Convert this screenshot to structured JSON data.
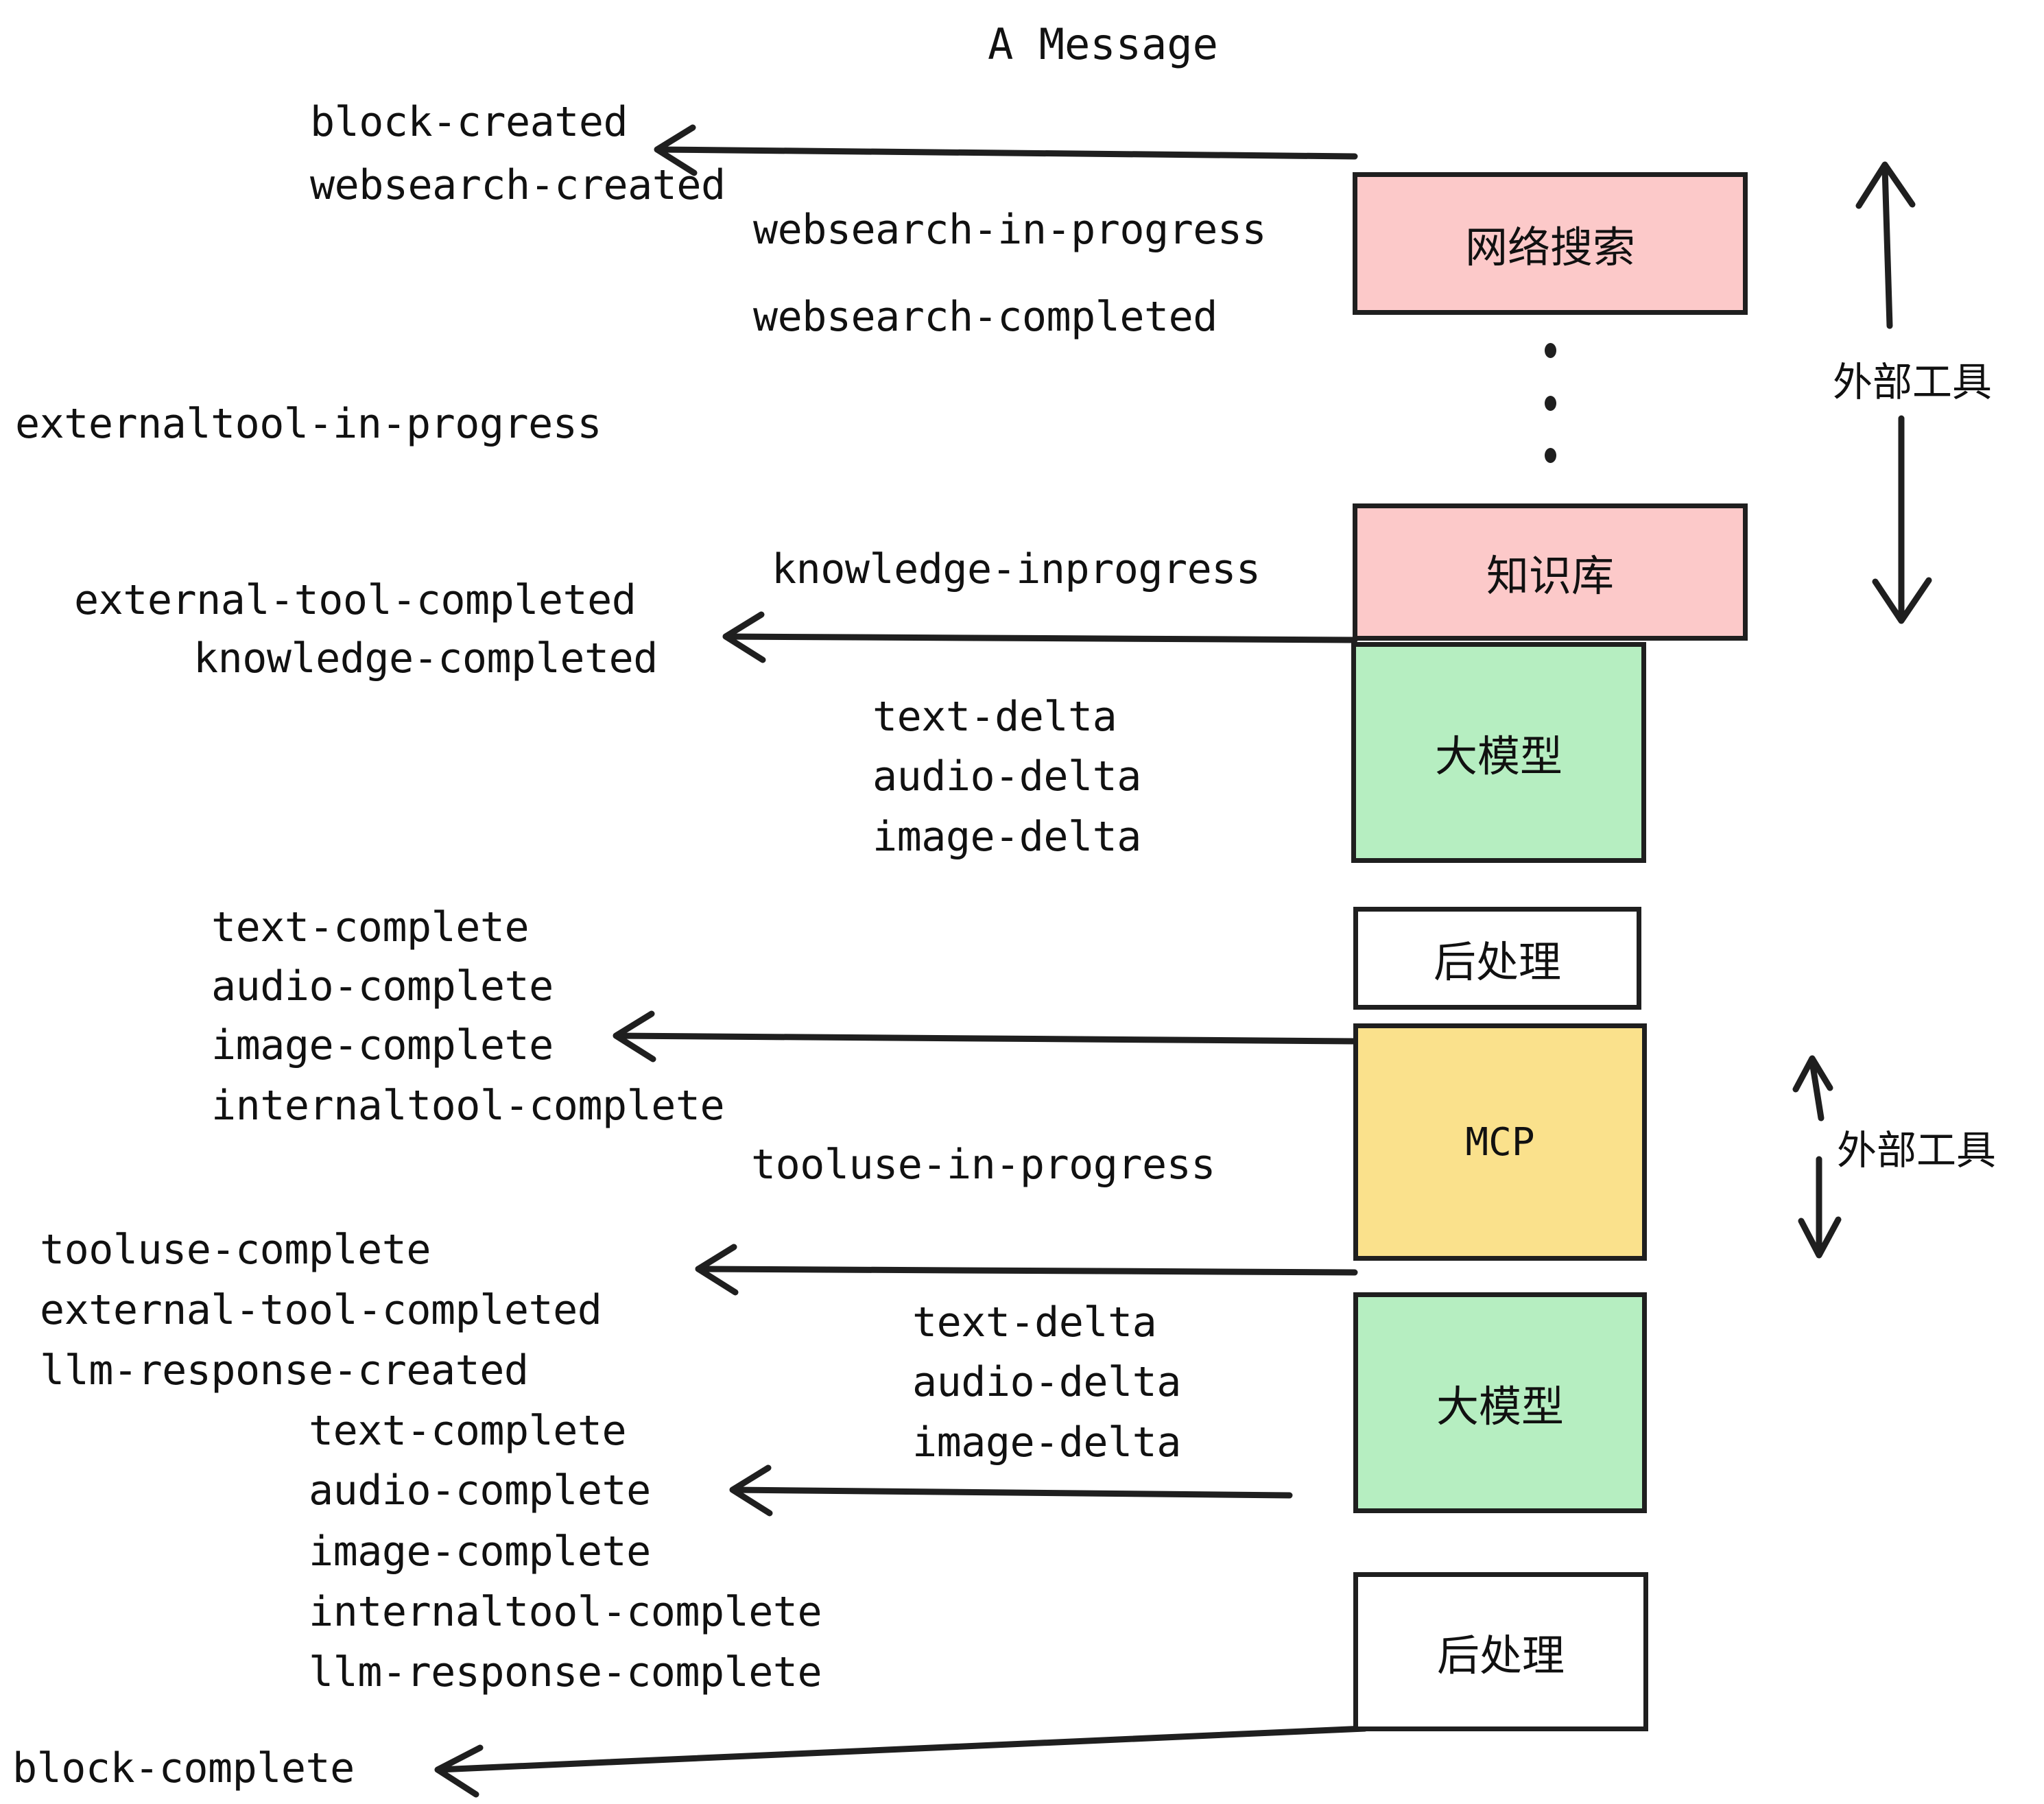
{
  "title": "A Message",
  "boxes": [
    {
      "id": "websearch",
      "label": "网络搜索",
      "color": "#fcc9c9"
    },
    {
      "id": "knowledge",
      "label": "知识库",
      "color": "#fcc9c9"
    },
    {
      "id": "llm-top",
      "label": "大模型",
      "color": "#b6eec1"
    },
    {
      "id": "post-top",
      "label": "后处理",
      "color": "#ffffff"
    },
    {
      "id": "mcp",
      "label": "MCP",
      "color": "#fae18c"
    },
    {
      "id": "llm-bottom",
      "label": "大模型",
      "color": "#b6eec1"
    },
    {
      "id": "post-bottom",
      "label": "后处理",
      "color": "#ffffff"
    }
  ],
  "side_annotations": [
    {
      "id": "external-tools-top",
      "label": "外部工具"
    },
    {
      "id": "external-tools-bottom",
      "label": "外部工具"
    }
  ],
  "events": {
    "block_created": "block-created",
    "websearch_created": "websearch-created",
    "websearch_in_progress": "websearch-in-progress",
    "websearch_completed": "websearch-completed",
    "externaltool_in_progress": "externaltool-in-progress",
    "knowledge_inprogress": "knowledge-inprogress",
    "external_tool_completed_1": "external-tool-completed",
    "knowledge_completed": "knowledge-completed",
    "text_delta_1": "text-delta",
    "audio_delta_1": "audio-delta",
    "image_delta_1": "image-delta",
    "text_complete_1": "text-complete",
    "audio_complete_1": "audio-complete",
    "image_complete_1": "image-complete",
    "internaltool_complete_1": "internaltool-complete",
    "tooluse_in_progress": "tooluse-in-progress",
    "tooluse_complete": "tooluse-complete",
    "external_tool_completed_2": "external-tool-completed",
    "llm_response_created": "llm-response-created",
    "text_delta_2": "text-delta",
    "audio_delta_2": "audio-delta",
    "image_delta_2": "image-delta",
    "text_complete_2": "text-complete",
    "audio_complete_2": "audio-complete",
    "image_complete_2": "image-complete",
    "internaltool_complete_2": "internaltool-complete",
    "llm_response_complete": "llm-response-complete",
    "block_complete": "block-complete"
  },
  "colors": {
    "pink": "#fcc9c9",
    "green": "#b6eec1",
    "yellow": "#fae18c",
    "white": "#ffffff",
    "stroke": "#1f1f1f",
    "text": "#111111",
    "background": "#ffffff"
  }
}
